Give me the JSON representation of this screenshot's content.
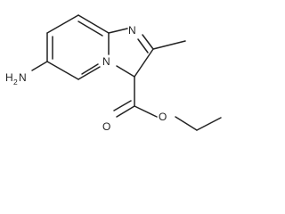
{
  "molecule": {
    "atoms": {
      "ring_nitrogen_top": "N",
      "bridgehead_nitrogen": "N",
      "ester_carbonyl_oxygen": "O",
      "ester_ether_oxygen": "O",
      "amine_prefix": "H",
      "amine_subscript": "2",
      "amine_element": "N"
    }
  },
  "colors": {
    "bond": "#222222",
    "background": "#ffffff"
  }
}
